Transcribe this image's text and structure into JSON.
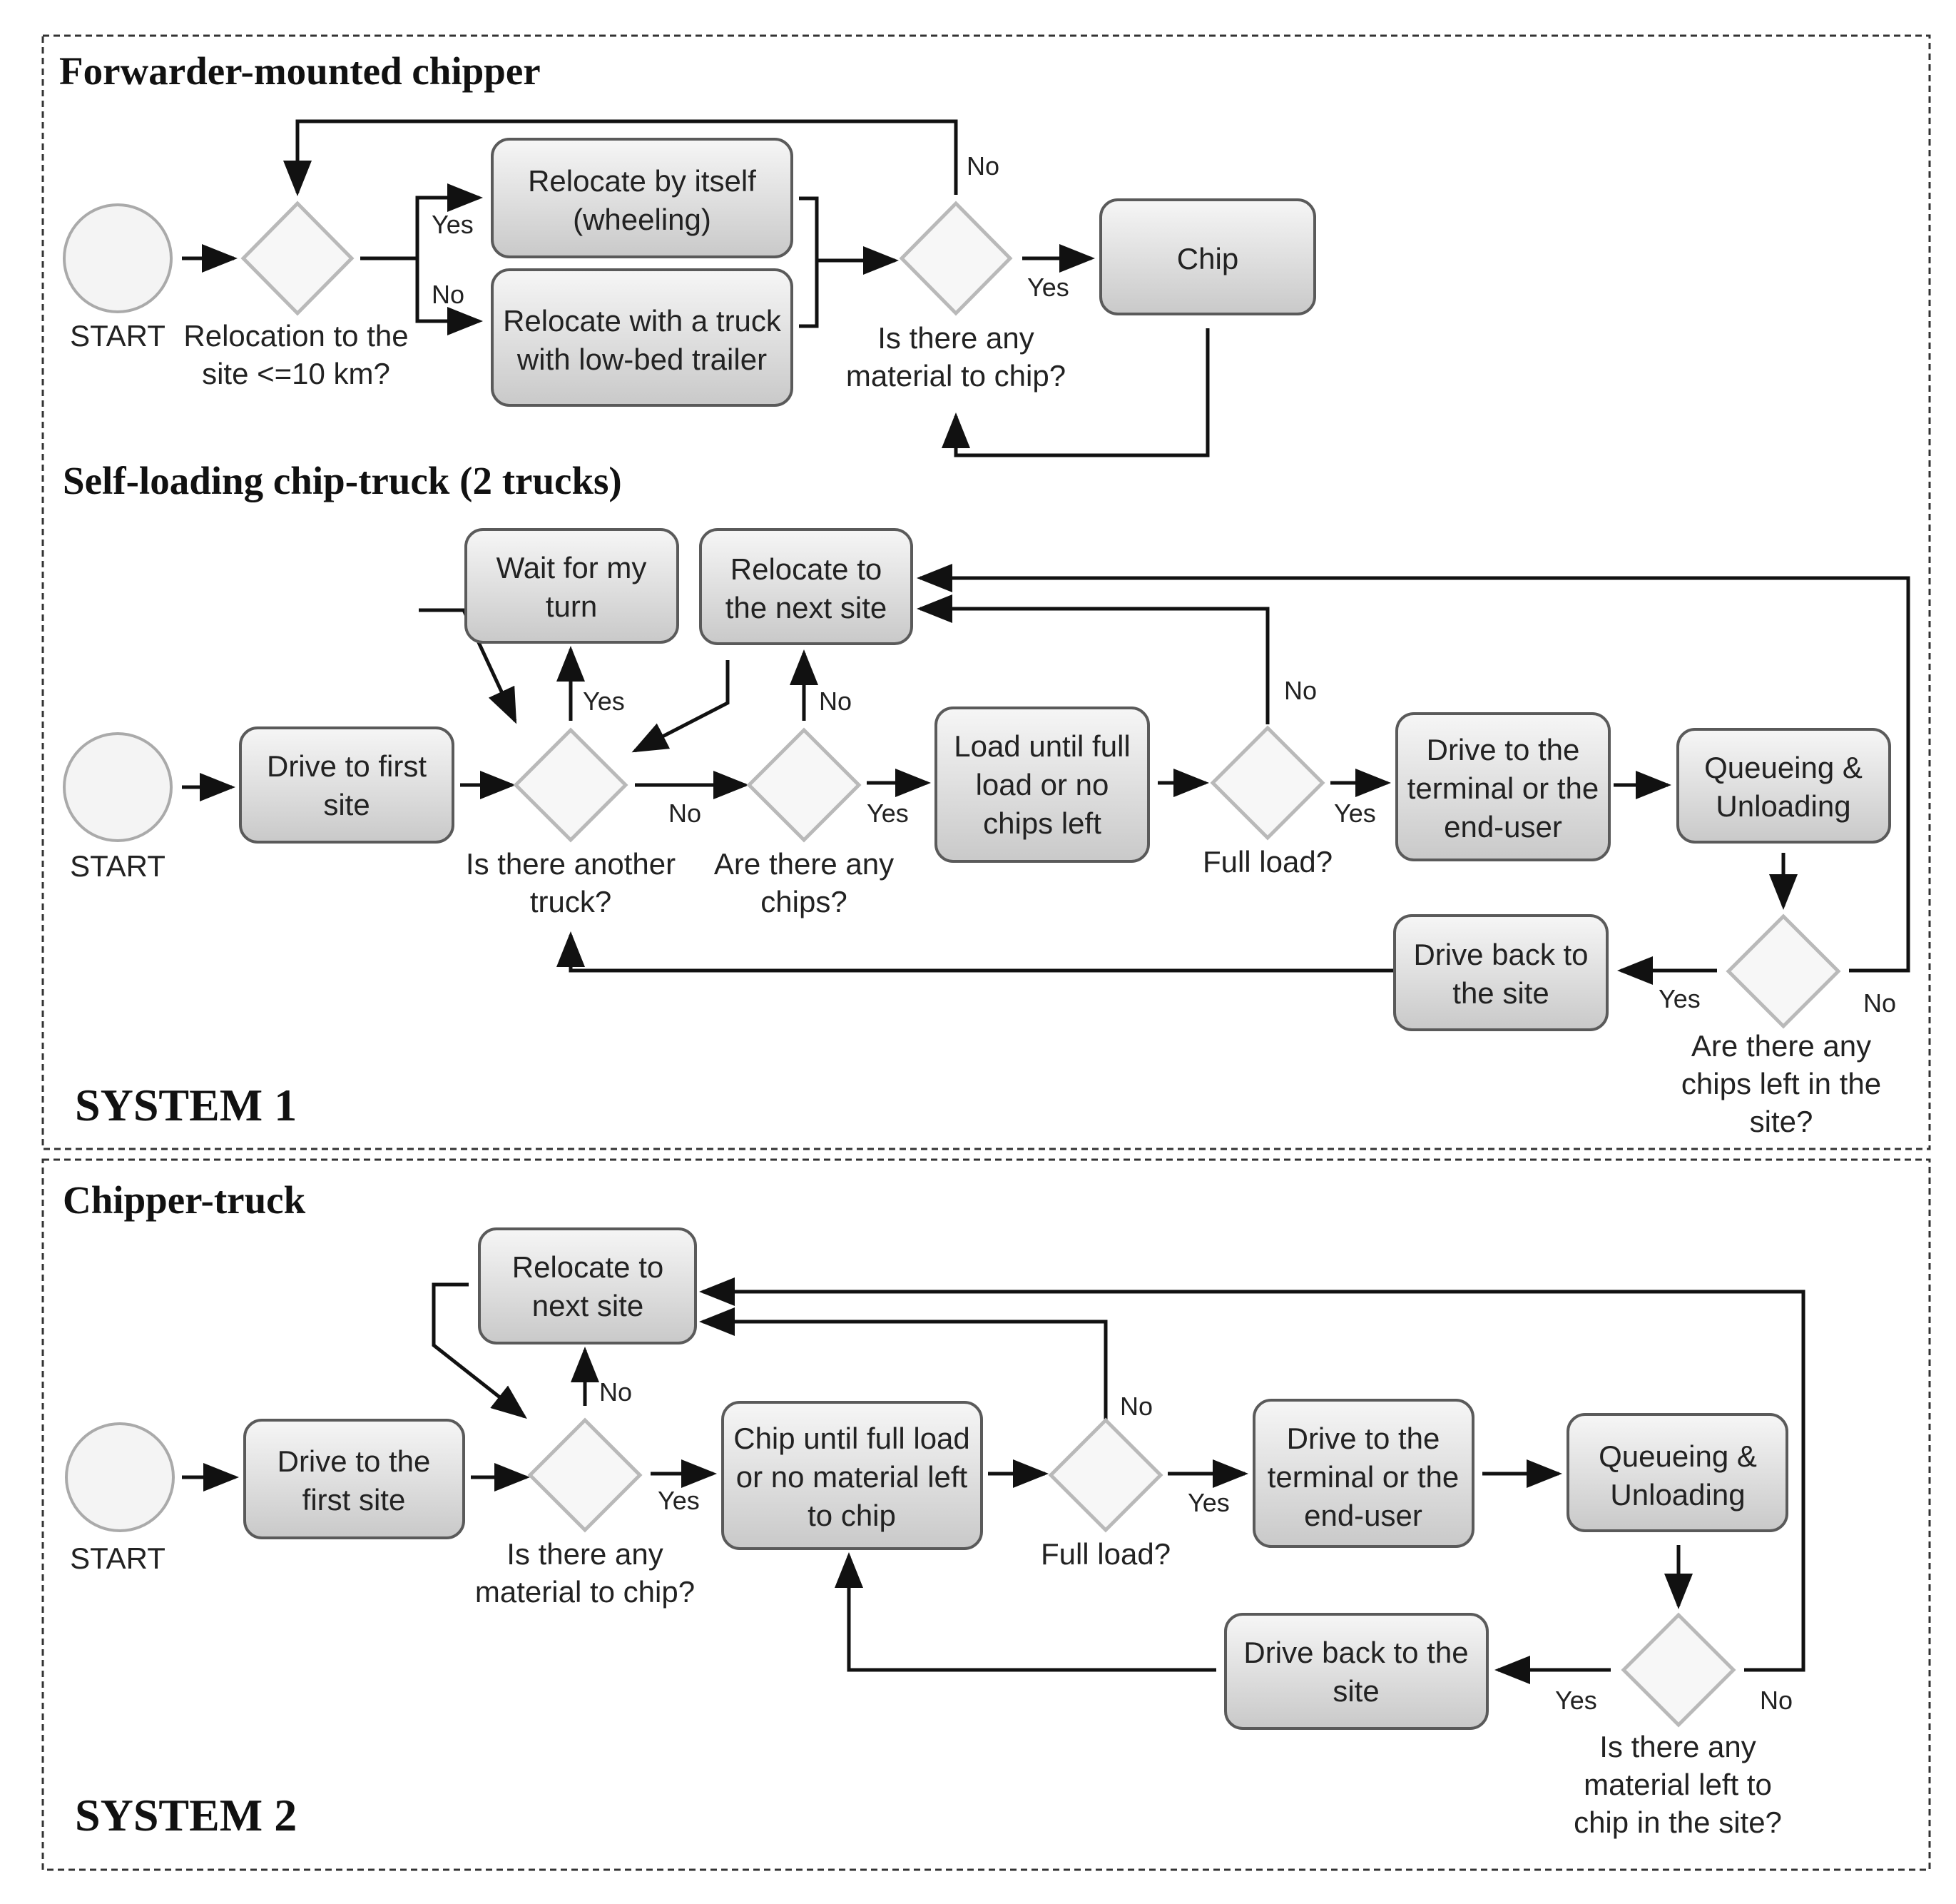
{
  "sections": {
    "forwarder": {
      "title": "Forwarder-mounted chipper"
    },
    "selfloading": {
      "title": "Self-loading chip-truck (2 trucks)"
    },
    "chippertruck": {
      "title": "Chipper-truck"
    },
    "system1": {
      "label": "SYSTEM 1"
    },
    "system2": {
      "label": "SYSTEM 2"
    }
  },
  "nodes": {
    "fw_start": {
      "caption": [
        "START"
      ]
    },
    "fw_d1": {
      "caption": [
        "Relocation to the",
        "site <=10 km?"
      ]
    },
    "fw_self": {
      "lines": [
        "Relocate by itself",
        "(wheeling)"
      ]
    },
    "fw_truck": {
      "lines": [
        "Relocate with a truck",
        "with low-bed trailer"
      ]
    },
    "fw_d2": {
      "caption": [
        "Is there any",
        "material to chip?"
      ]
    },
    "fw_chip": {
      "lines": [
        "Chip"
      ]
    },
    "s1_start": {
      "caption": [
        "START"
      ]
    },
    "s1_drive": {
      "lines": [
        "Drive to first",
        "site"
      ]
    },
    "s1_wait": {
      "lines": [
        "Wait for my",
        "turn"
      ]
    },
    "s1_reloc": {
      "lines": [
        "Relocate to",
        "the next site"
      ]
    },
    "s1_d1": {
      "caption": [
        "Is there another",
        "truck?"
      ]
    },
    "s1_d2": {
      "caption": [
        "Are there any",
        "chips?"
      ]
    },
    "s1_load": {
      "lines": [
        "Load until full",
        "load or no",
        "chips left"
      ]
    },
    "s1_d3": {
      "caption": [
        "Full load?"
      ]
    },
    "s1_term": {
      "lines": [
        "Drive to the",
        "terminal or the",
        "end-user"
      ]
    },
    "s1_queue": {
      "lines": [
        "Queueing &",
        "Unloading"
      ]
    },
    "s1_d4": {
      "caption": [
        "Are there any",
        "chips left in the",
        "site?"
      ]
    },
    "s1_back": {
      "lines": [
        "Drive back to",
        "the site"
      ]
    },
    "s2_start": {
      "caption": [
        "START"
      ]
    },
    "s2_drive": {
      "lines": [
        "Drive to the",
        "first site"
      ]
    },
    "s2_reloc": {
      "lines": [
        "Relocate to",
        "next site"
      ]
    },
    "s2_d1": {
      "caption": [
        "Is there any",
        "material to chip?"
      ]
    },
    "s2_chip": {
      "lines": [
        "Chip until full load",
        "or no material left",
        "to chip"
      ]
    },
    "s2_d2": {
      "caption": [
        "Full load?"
      ]
    },
    "s2_term": {
      "lines": [
        "Drive to the",
        "terminal or the",
        "end-user"
      ]
    },
    "s2_queue": {
      "lines": [
        "Queueing &",
        "Unloading"
      ]
    },
    "s2_d3": {
      "caption": [
        "Is there any",
        "material left to",
        "chip in the site?"
      ]
    },
    "s2_back": {
      "lines": [
        "Drive back to the",
        "site"
      ]
    }
  },
  "edge_labels": {
    "fw_no_top": "No",
    "fw_yes_self": "Yes",
    "fw_no_truck": "No",
    "fw_yes_chip": "Yes",
    "s1_yes_wait": "Yes",
    "s1_no_reloc": "No",
    "s1_no_chips": "No",
    "s1_yes_load": "Yes",
    "s1_no_full": "No",
    "s1_yes_full": "Yes",
    "s1_yes_back": "Yes",
    "s1_no_left": "No",
    "s2_no_reloc": "No",
    "s2_yes_chip": "Yes",
    "s2_no_full": "No",
    "s2_yes_full": "Yes",
    "s2_yes_back": "Yes",
    "s2_no_left": "No"
  },
  "colors": {
    "box_fill_top": "#f6f6f6",
    "box_fill_bottom": "#c9c9c9",
    "line": "#111111",
    "diamond_stroke": "#b9b9b9"
  }
}
